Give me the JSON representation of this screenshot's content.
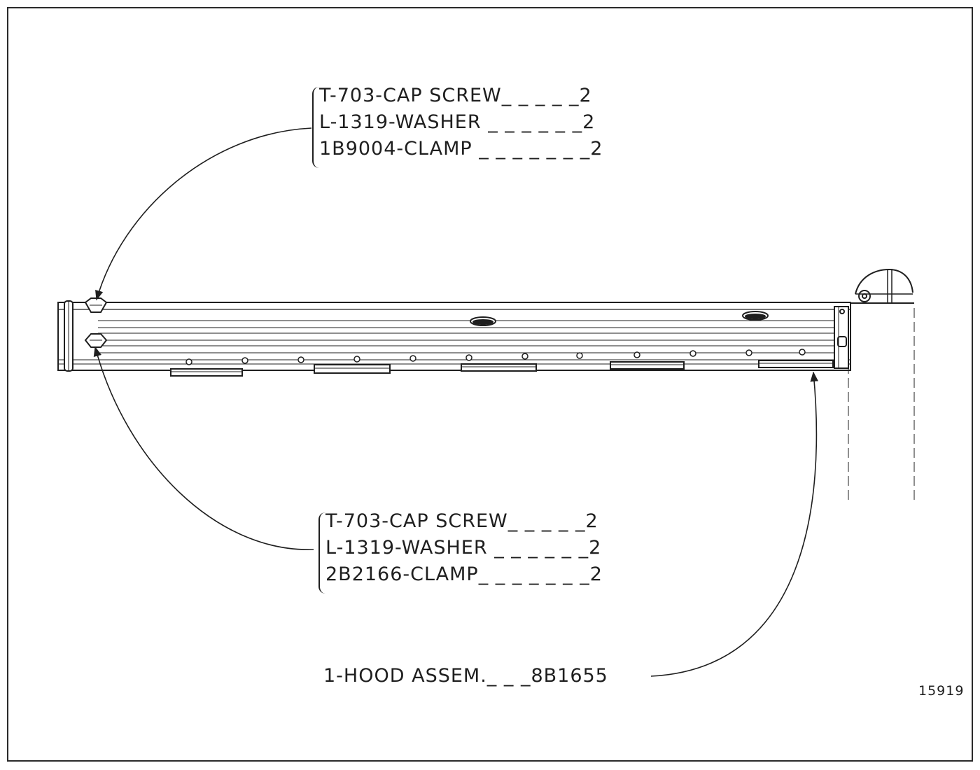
{
  "callout_top": {
    "rows": [
      {
        "text": "T-703-CAP SCREW_ _ _ _ _2"
      },
      {
        "text": "L-1319-WASHER _ _ _ _ _ _2"
      },
      {
        "text": "1B9004-CLAMP _ _ _ _ _ _ _2"
      }
    ]
  },
  "callout_bottom": {
    "rows": [
      {
        "text": "T-703-CAP SCREW_ _ _ _ _2"
      },
      {
        "text": "L-1319-WASHER _ _ _ _ _ _2"
      },
      {
        "text": "2B2166-CLAMP_ _ _ _ _ _ _2"
      }
    ]
  },
  "hood_label": "1-HOOD ASSEM._ _ _8B1655",
  "drawing_number": "15919"
}
